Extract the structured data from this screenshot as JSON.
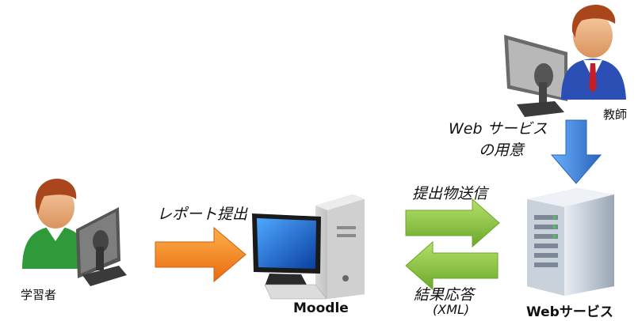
{
  "nodes": {
    "learner": {
      "label": "学習者"
    },
    "moodle": {
      "label": "Moodle"
    },
    "webservice": {
      "label": "Webサービス"
    },
    "teacher": {
      "label": "教師"
    }
  },
  "arrows": {
    "report_submit": {
      "label": "レポート提出",
      "color": "#f0821e"
    },
    "send_submission": {
      "label": "提出物送信",
      "color": "#8cc43c"
    },
    "result_response": {
      "label": "結果応答",
      "sublabel": "(XML)",
      "color": "#8cc43c"
    },
    "prepare_service": {
      "label_line1": "Web サービス",
      "label_line2": "の用意",
      "color": "#3b7fd1"
    }
  }
}
